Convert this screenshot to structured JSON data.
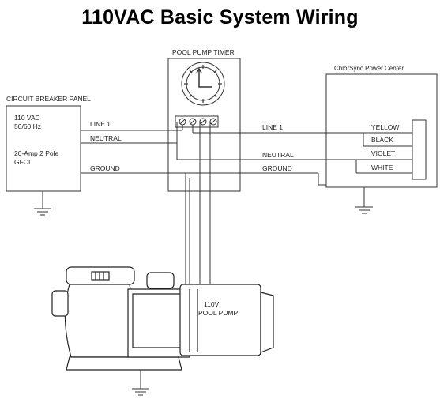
{
  "title": "110VAC Basic System Wiring",
  "breaker_panel": {
    "heading": "CIRCUIT BREAKER PANEL",
    "voltage": "110 VAC",
    "frequency": "50/60 Hz",
    "breaker": "20-Amp 2 Pole",
    "gfci": "GFCI"
  },
  "timer": {
    "heading": "POOL PUMP TIMER"
  },
  "power_center": {
    "heading": "ChlorSync Power Center",
    "terminals": [
      "YELLOW",
      "BLACK",
      "VIOLET",
      "WHITE"
    ]
  },
  "wires": {
    "left": [
      "LINE 1",
      "NEUTRAL",
      "GROUND"
    ],
    "right": [
      "LINE 1",
      "NEUTRAL",
      "GROUND"
    ]
  },
  "pump": {
    "voltage": "110V",
    "name": "POOL PUMP"
  },
  "colors": {
    "line": "#333333",
    "box": "#333333",
    "pump_body": "#ffffff"
  }
}
